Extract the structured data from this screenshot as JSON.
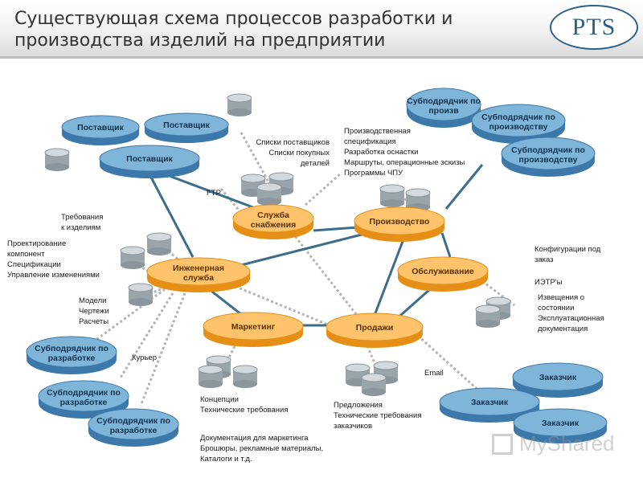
{
  "header": {
    "title": "Существующая схема процессов разработки и производства изделий на предприятии",
    "logo_text": "PTS"
  },
  "colors": {
    "blue_top": "#7fb5d9",
    "blue_side": "#3c78aa",
    "orange_top": "#ffc46b",
    "orange_side": "#e68f17",
    "connector": "#3d6d8c",
    "dotted": "#b3b3b3"
  },
  "nodes": {
    "supplier_1": "Поставщик",
    "supplier_2": "Поставщик",
    "supplier_3": "Поставщик",
    "sub_prod_1": "Субподрядчик по произв",
    "sub_prod_2": "Субподрядчик по производству",
    "sub_prod_3": "Субподрядчик по производству",
    "supply": "Служба снабжения",
    "production": "Производство",
    "engineering": "Инженерная служба",
    "service": "Обслуживание",
    "marketing": "Маркетинг",
    "sales": "Продажи",
    "sub_dev_1": "Субподрядчик по разработке",
    "sub_dev_2": "Субподрядчик по разработке",
    "sub_dev_3": "Субподрядчик по разработке",
    "customer_1": "Заказчик",
    "customer_2": "Заказчик",
    "customer_3": "Заказчик"
  },
  "annotations": {
    "supplier_lists": "Списки поставщиков\nСписки покупных\nдеталей",
    "production_spec": "Производственная\nспецификация\nРазработка оснастки\nМаршруты, операционные эскизы\nПрограммы ЧПУ",
    "ftp": "FTP",
    "requirements": "Требования\nк изделиям",
    "design": "Проектирование\nкомпонент\nСпецификации\nУправление изменениями",
    "models": "Модели\nЧертежи\nРасчеты",
    "courier": "Курьер",
    "config": "Конфигурации под\nзаказ",
    "ietr": "ИЭТР'ы",
    "notices": "Извещения о\nсостоянии\nЭксплуатационная\nдокументация",
    "email": "Email",
    "concepts": "Концепции\nТехнические требования",
    "marketing_docs": "Документация для маркетинга\nБрошюры, рекламные материалы,\nКаталоги и т.д.",
    "proposals": "Предложения\nТехнические требования\nзаказчиков"
  },
  "watermark": "MyShared"
}
